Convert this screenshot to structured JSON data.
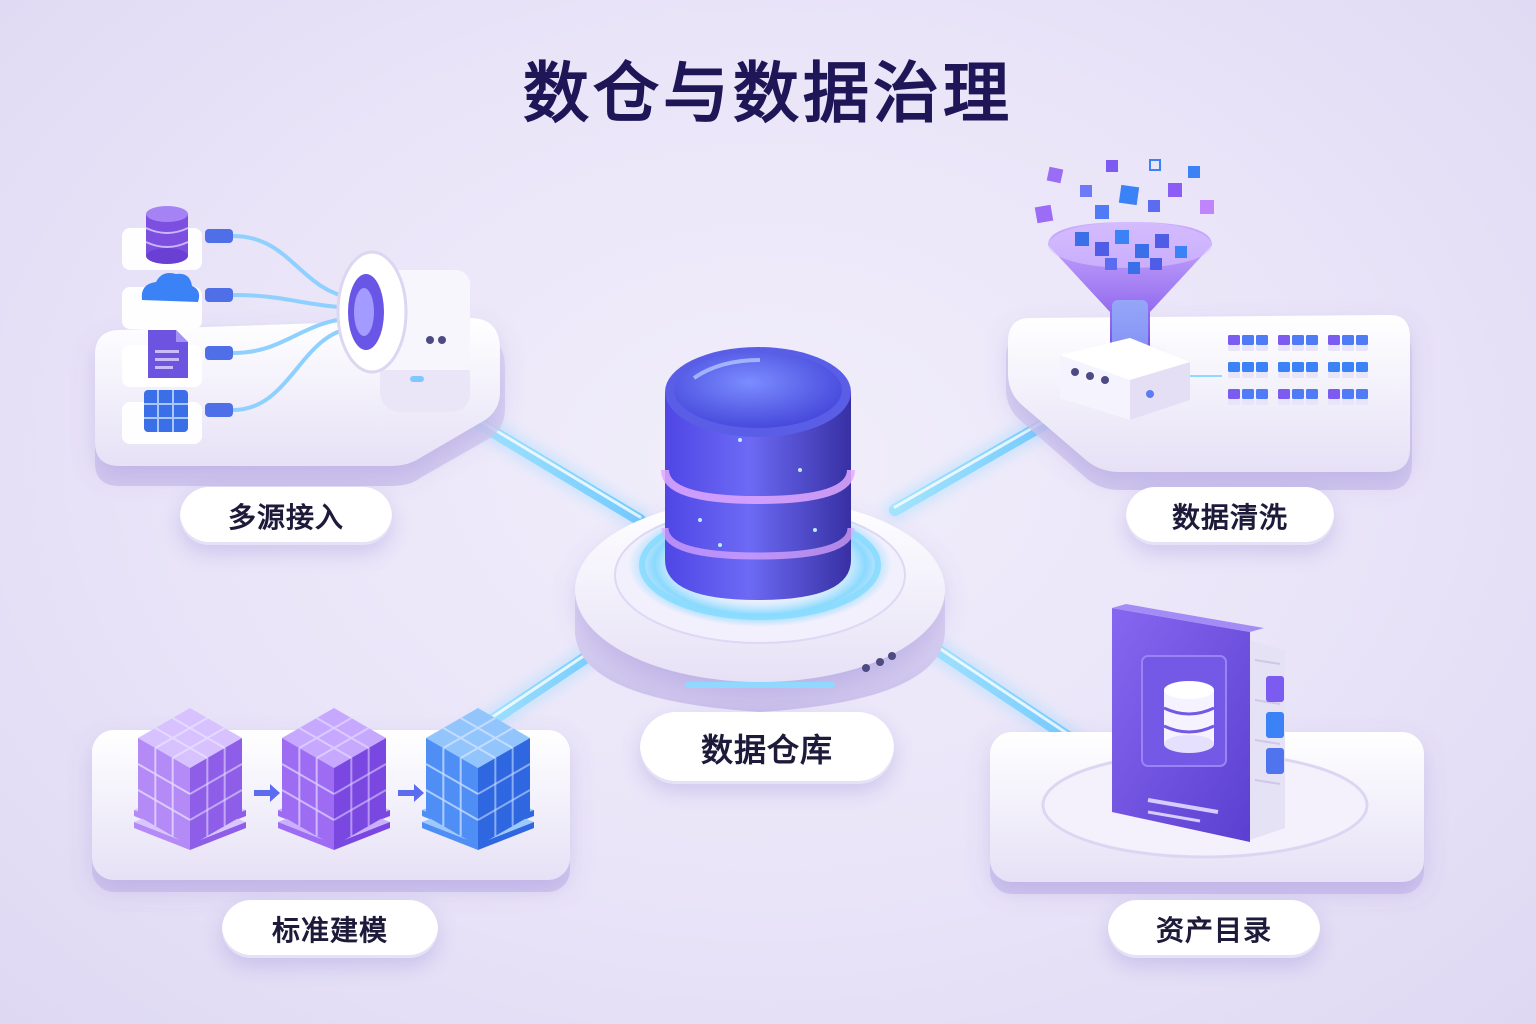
{
  "title": "数仓与数据治理",
  "nodes": {
    "center": {
      "label": "数据仓库"
    },
    "ingest": {
      "label": "多源接入"
    },
    "cleanse": {
      "label": "数据清洗"
    },
    "model": {
      "label": "标准建模"
    },
    "catalog": {
      "label": "资产目录"
    }
  },
  "icons": {
    "ingest": [
      "database-icon",
      "cloud-icon",
      "document-icon",
      "table-icon",
      "funnel-connector-icon"
    ],
    "cleanse": [
      "funnel-icon",
      "data-grid-icon"
    ],
    "model": [
      "cube-icon",
      "arrow-right-icon"
    ],
    "catalog": [
      "book-icon",
      "database-icon"
    ]
  },
  "colors": {
    "title": "#1e1656",
    "purple": "#8b5cf6",
    "indigo": "#6d54e0",
    "blue": "#3b82f6",
    "glow": "#8fd8ff",
    "background": "#ebe6f8"
  }
}
